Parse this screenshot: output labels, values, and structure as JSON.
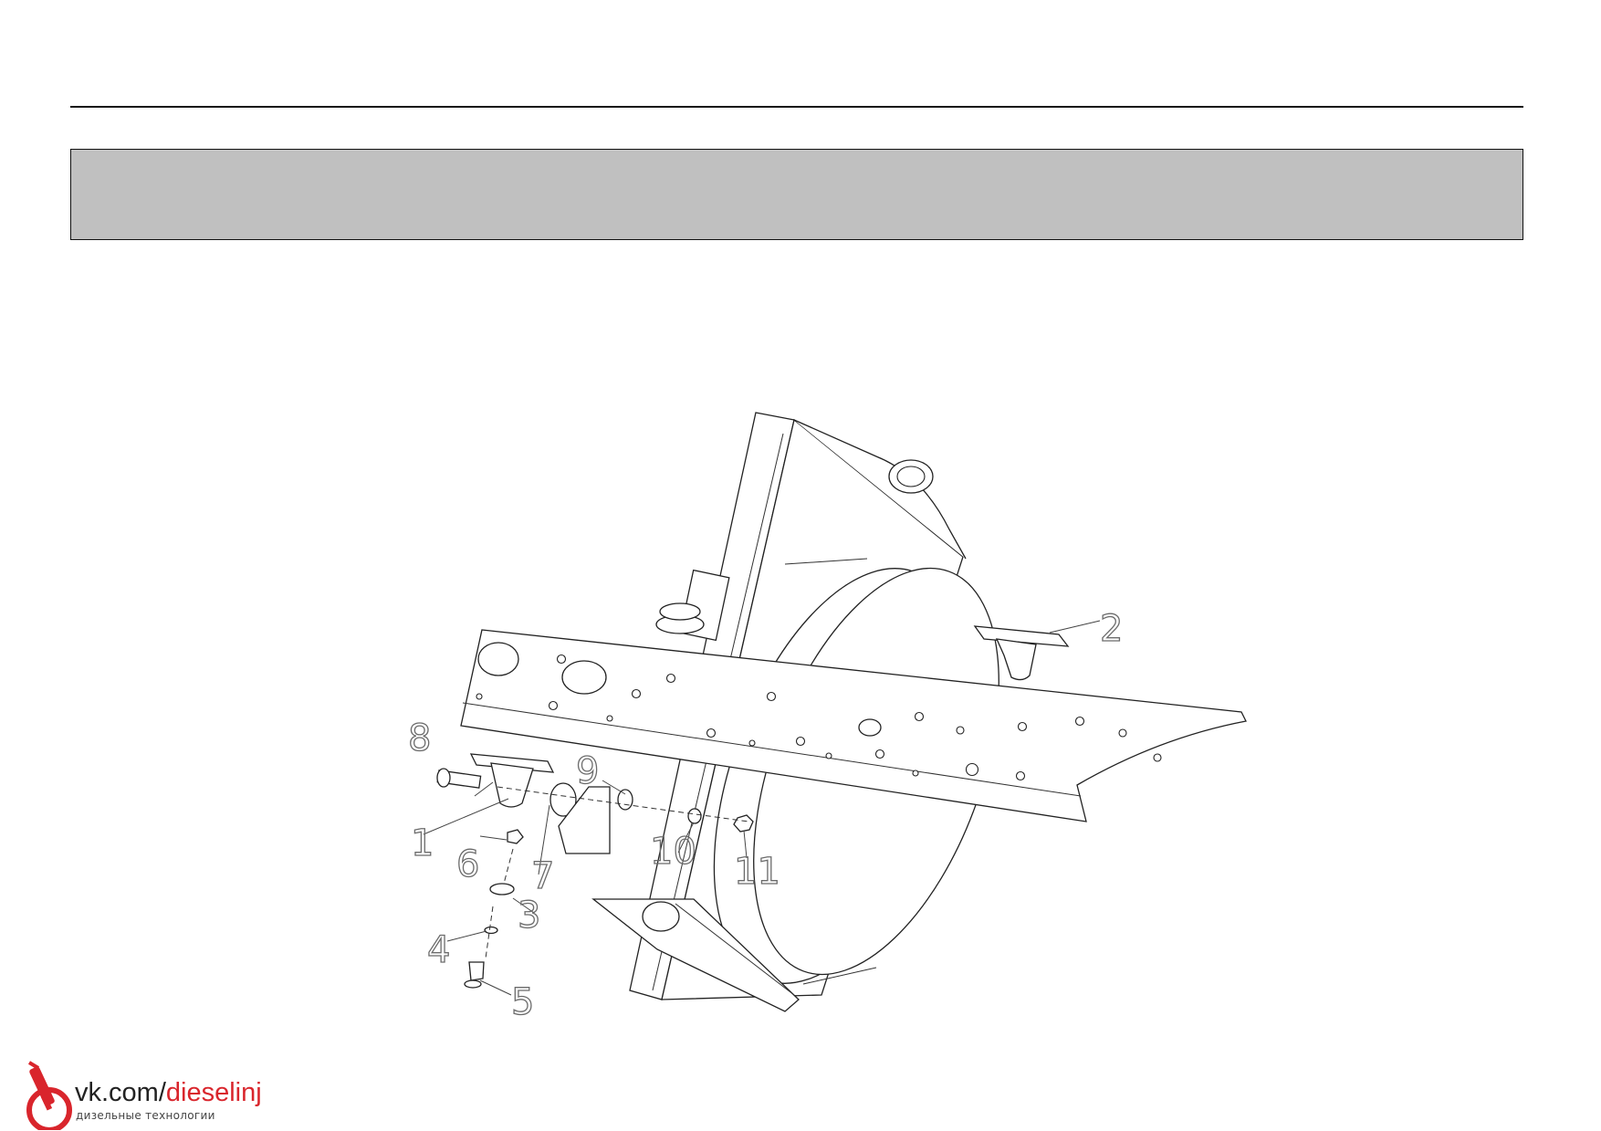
{
  "figure": {
    "callouts": [
      {
        "label": "1"
      },
      {
        "label": "2"
      },
      {
        "label": "3"
      },
      {
        "label": "4"
      },
      {
        "label": "5"
      },
      {
        "label": "6"
      },
      {
        "label": "7"
      },
      {
        "label": "8"
      },
      {
        "label": "9"
      },
      {
        "label": "10"
      },
      {
        "label": "11"
      }
    ]
  },
  "watermark": {
    "prefix": "vk.com/",
    "handle": "dieselinj",
    "tagline": "дизельные технологии",
    "logo_icon": "fuel-injector-icon",
    "accent_color": "#d9252c"
  },
  "colors": {
    "banner_fill": "#c0c0c0",
    "rule": "#111111"
  }
}
